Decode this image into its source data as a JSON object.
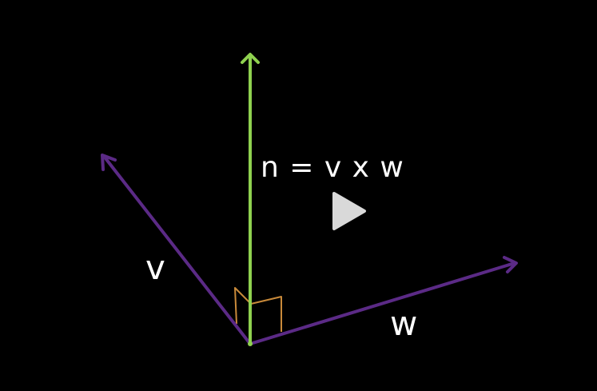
{
  "diagram": {
    "equation_label": "n = v x w",
    "vector_v_label": "v",
    "vector_w_label": "w"
  },
  "colors": {
    "background": "#000000",
    "normal_vector": "#8fd14f",
    "vectors_v_w": "#5b2a86",
    "right_angle_marker": "#c98a3a",
    "text": "#ffffff",
    "play_icon": "#d9d9d9"
  },
  "player": {
    "play_icon": "play-icon"
  }
}
